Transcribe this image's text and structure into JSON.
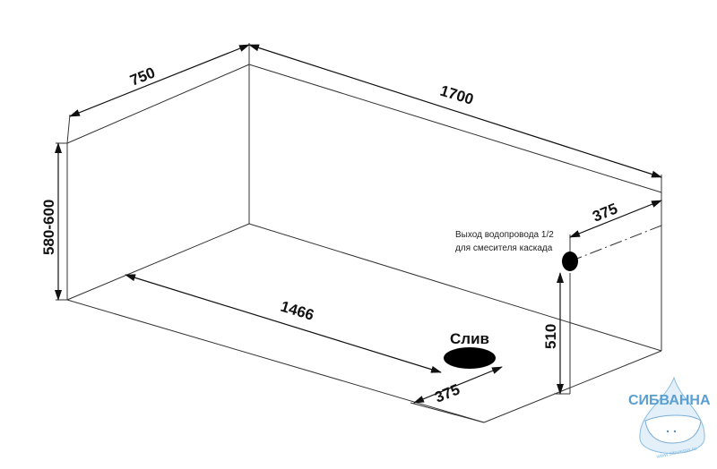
{
  "dimensions": {
    "width": "750",
    "length": "1700",
    "height": "580-600",
    "drain_distance": "1466",
    "drain_offset": "375",
    "faucet_offset": "375",
    "faucet_height": "510"
  },
  "labels": {
    "drain": "Слив",
    "faucet_line1": "Выход водопровода 1/2",
    "faucet_line2": "для смесителя каскада"
  },
  "logo": {
    "name": "СИБВАННА",
    "url": "www.sibvanna.ru"
  },
  "colors": {
    "lines": "#111111",
    "logo": "#5a9fd0"
  }
}
